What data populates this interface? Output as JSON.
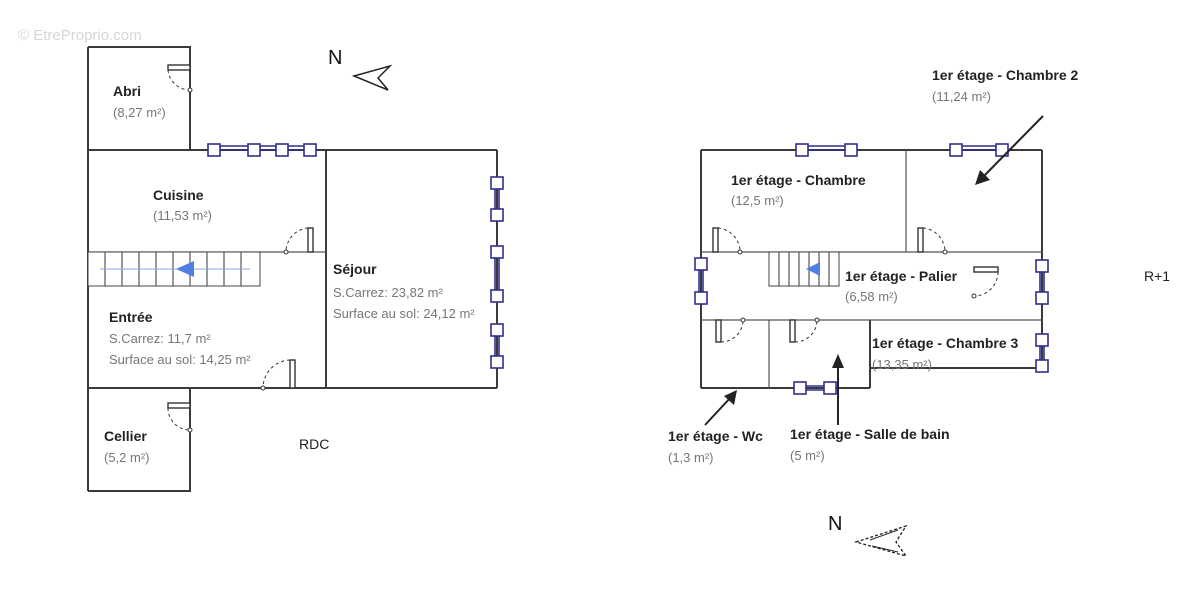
{
  "watermark": "© EtreProprio.com",
  "compass": {
    "letter": "N"
  },
  "ground_floor": {
    "level_label": "RDC",
    "rooms": {
      "abri": {
        "name": "Abri",
        "area": "(8,27 m²)"
      },
      "cuisine": {
        "name": "Cuisine",
        "area": "(11,53 m²)"
      },
      "sejour": {
        "name": "Séjour",
        "carrez": "S.Carrez: 23,82 m²",
        "sol": "Surface au sol: 24,12 m²"
      },
      "entree": {
        "name": "Entrée",
        "carrez": "S.Carrez: 11,7 m²",
        "sol": "Surface au sol: 14,25 m²"
      },
      "cellier": {
        "name": "Cellier",
        "area": "(5,2 m²)"
      }
    }
  },
  "first_floor": {
    "level_label": "R+1",
    "rooms": {
      "chambre": {
        "name": "1er étage - Chambre",
        "area": "(12,5 m²)"
      },
      "chambre2": {
        "name": "1er étage - Chambre 2",
        "area": "(11,24 m²)"
      },
      "palier": {
        "name": "1er étage - Palier",
        "area": "(6,58 m²)"
      },
      "chambre3": {
        "name": "1er étage - Chambre 3",
        "area": "(13,35 m²)"
      },
      "wc": {
        "name": "1er étage - Wc",
        "area": "(1,3 m²)"
      },
      "sdb": {
        "name": "1er étage - Salle de bain",
        "area": "(5 m²)"
      }
    }
  },
  "colors": {
    "wall": "#3a3a3a",
    "window": "#2f2f8f",
    "stair_arrow": "#4f7fe0"
  }
}
